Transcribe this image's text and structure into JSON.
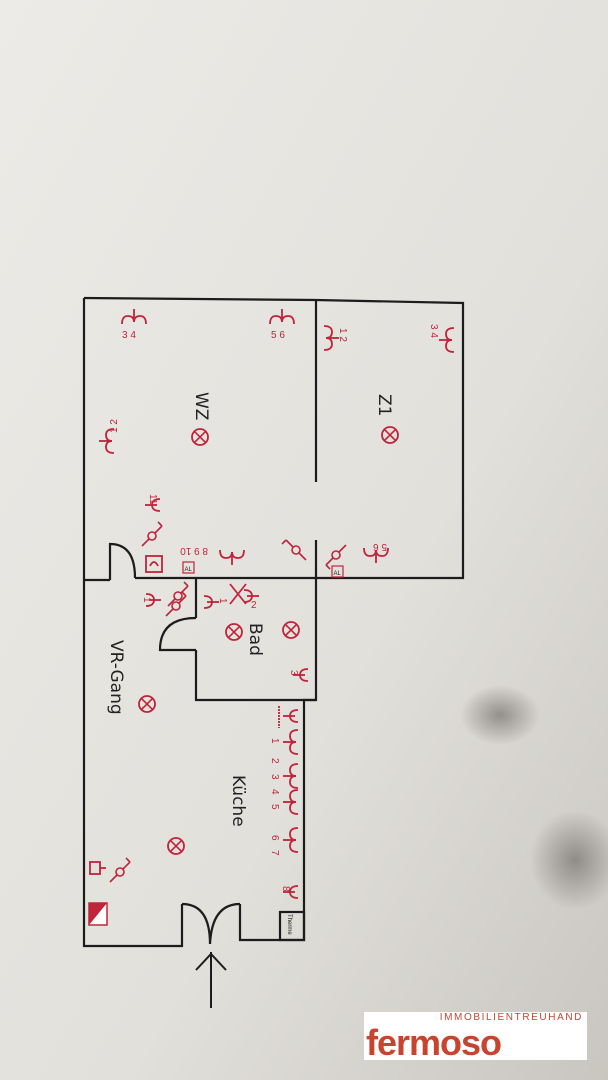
{
  "rooms": {
    "living": "WZ",
    "room1": "Z1",
    "bath": "Bad",
    "hallway": "VR-Gang",
    "kitchen": "Küche"
  },
  "fixtures": {
    "boiler": "Therme",
    "distribution_box": "AL"
  },
  "socket_labels": {
    "wz_top_left": "3 4",
    "wz_top_right": "5 6",
    "wz_left": "1 2",
    "wz_bottom_group": "8 9 10",
    "wz_switch": "11",
    "z1_left": "1 2",
    "z1_top_right": "3 4",
    "z1_bottom": "5 6",
    "bad_left": "1",
    "bad_right": "2",
    "bad_bottom": "3",
    "hall_switch": "1",
    "kitchen": [
      "1",
      "2",
      "3",
      "4",
      "5",
      "6",
      "7",
      "8"
    ]
  },
  "logo": {
    "name": "fermoso",
    "tagline": "IMMOBILIENTREUHAND"
  },
  "colors": {
    "paper": "#e4e2dd",
    "wall": "#1c1c1c",
    "symbols": "#c0243a",
    "brand": "#c8442f"
  }
}
